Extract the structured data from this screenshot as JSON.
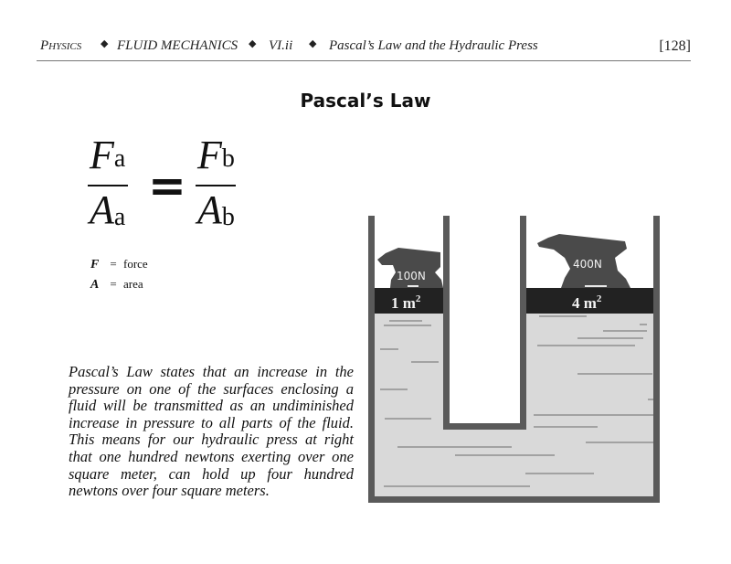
{
  "header": {
    "crumbs": [
      "Physics",
      "FLUID MECHANICS",
      "VI.ii",
      "Pascal’s Law and the Hydraulic Press"
    ],
    "separator": "◆",
    "page_number": "[128]"
  },
  "title": "Pascal’s Law",
  "formula": {
    "left_numerator": "F",
    "left_numerator_sub": "a",
    "left_denominator": "A",
    "left_denominator_sub": "a",
    "equals": "=",
    "right_numerator": "F",
    "right_numerator_sub": "b",
    "right_denominator": "A",
    "right_denominator_sub": "b"
  },
  "legend": [
    {
      "symbol": "F",
      "eq": "=",
      "meaning": "force"
    },
    {
      "symbol": "A",
      "eq": "=",
      "meaning": "area"
    }
  ],
  "paragraph": "Pascal’s Law states that an increase in the pressure on one of the surfaces enclosing a fluid will be transmitted as an undiminished increase in pressure to all parts of the fluid. This means for our hydraulic press at right that one hundred newtons exerting over one square meter, can hold up four hundred newtons over four square meters.",
  "diagram": {
    "left_weight_label": "100N",
    "left_area_label": "1 m",
    "left_area_exp": "2",
    "right_weight_label": "400N",
    "right_area_label": "4 m",
    "right_area_exp": "2",
    "colors": {
      "wall": "#5a5a5a",
      "piston": "#222222",
      "anvil": "#4a4a4a",
      "fluid": "#d9d9d9",
      "fluid_line": "#8f8f8f"
    }
  }
}
